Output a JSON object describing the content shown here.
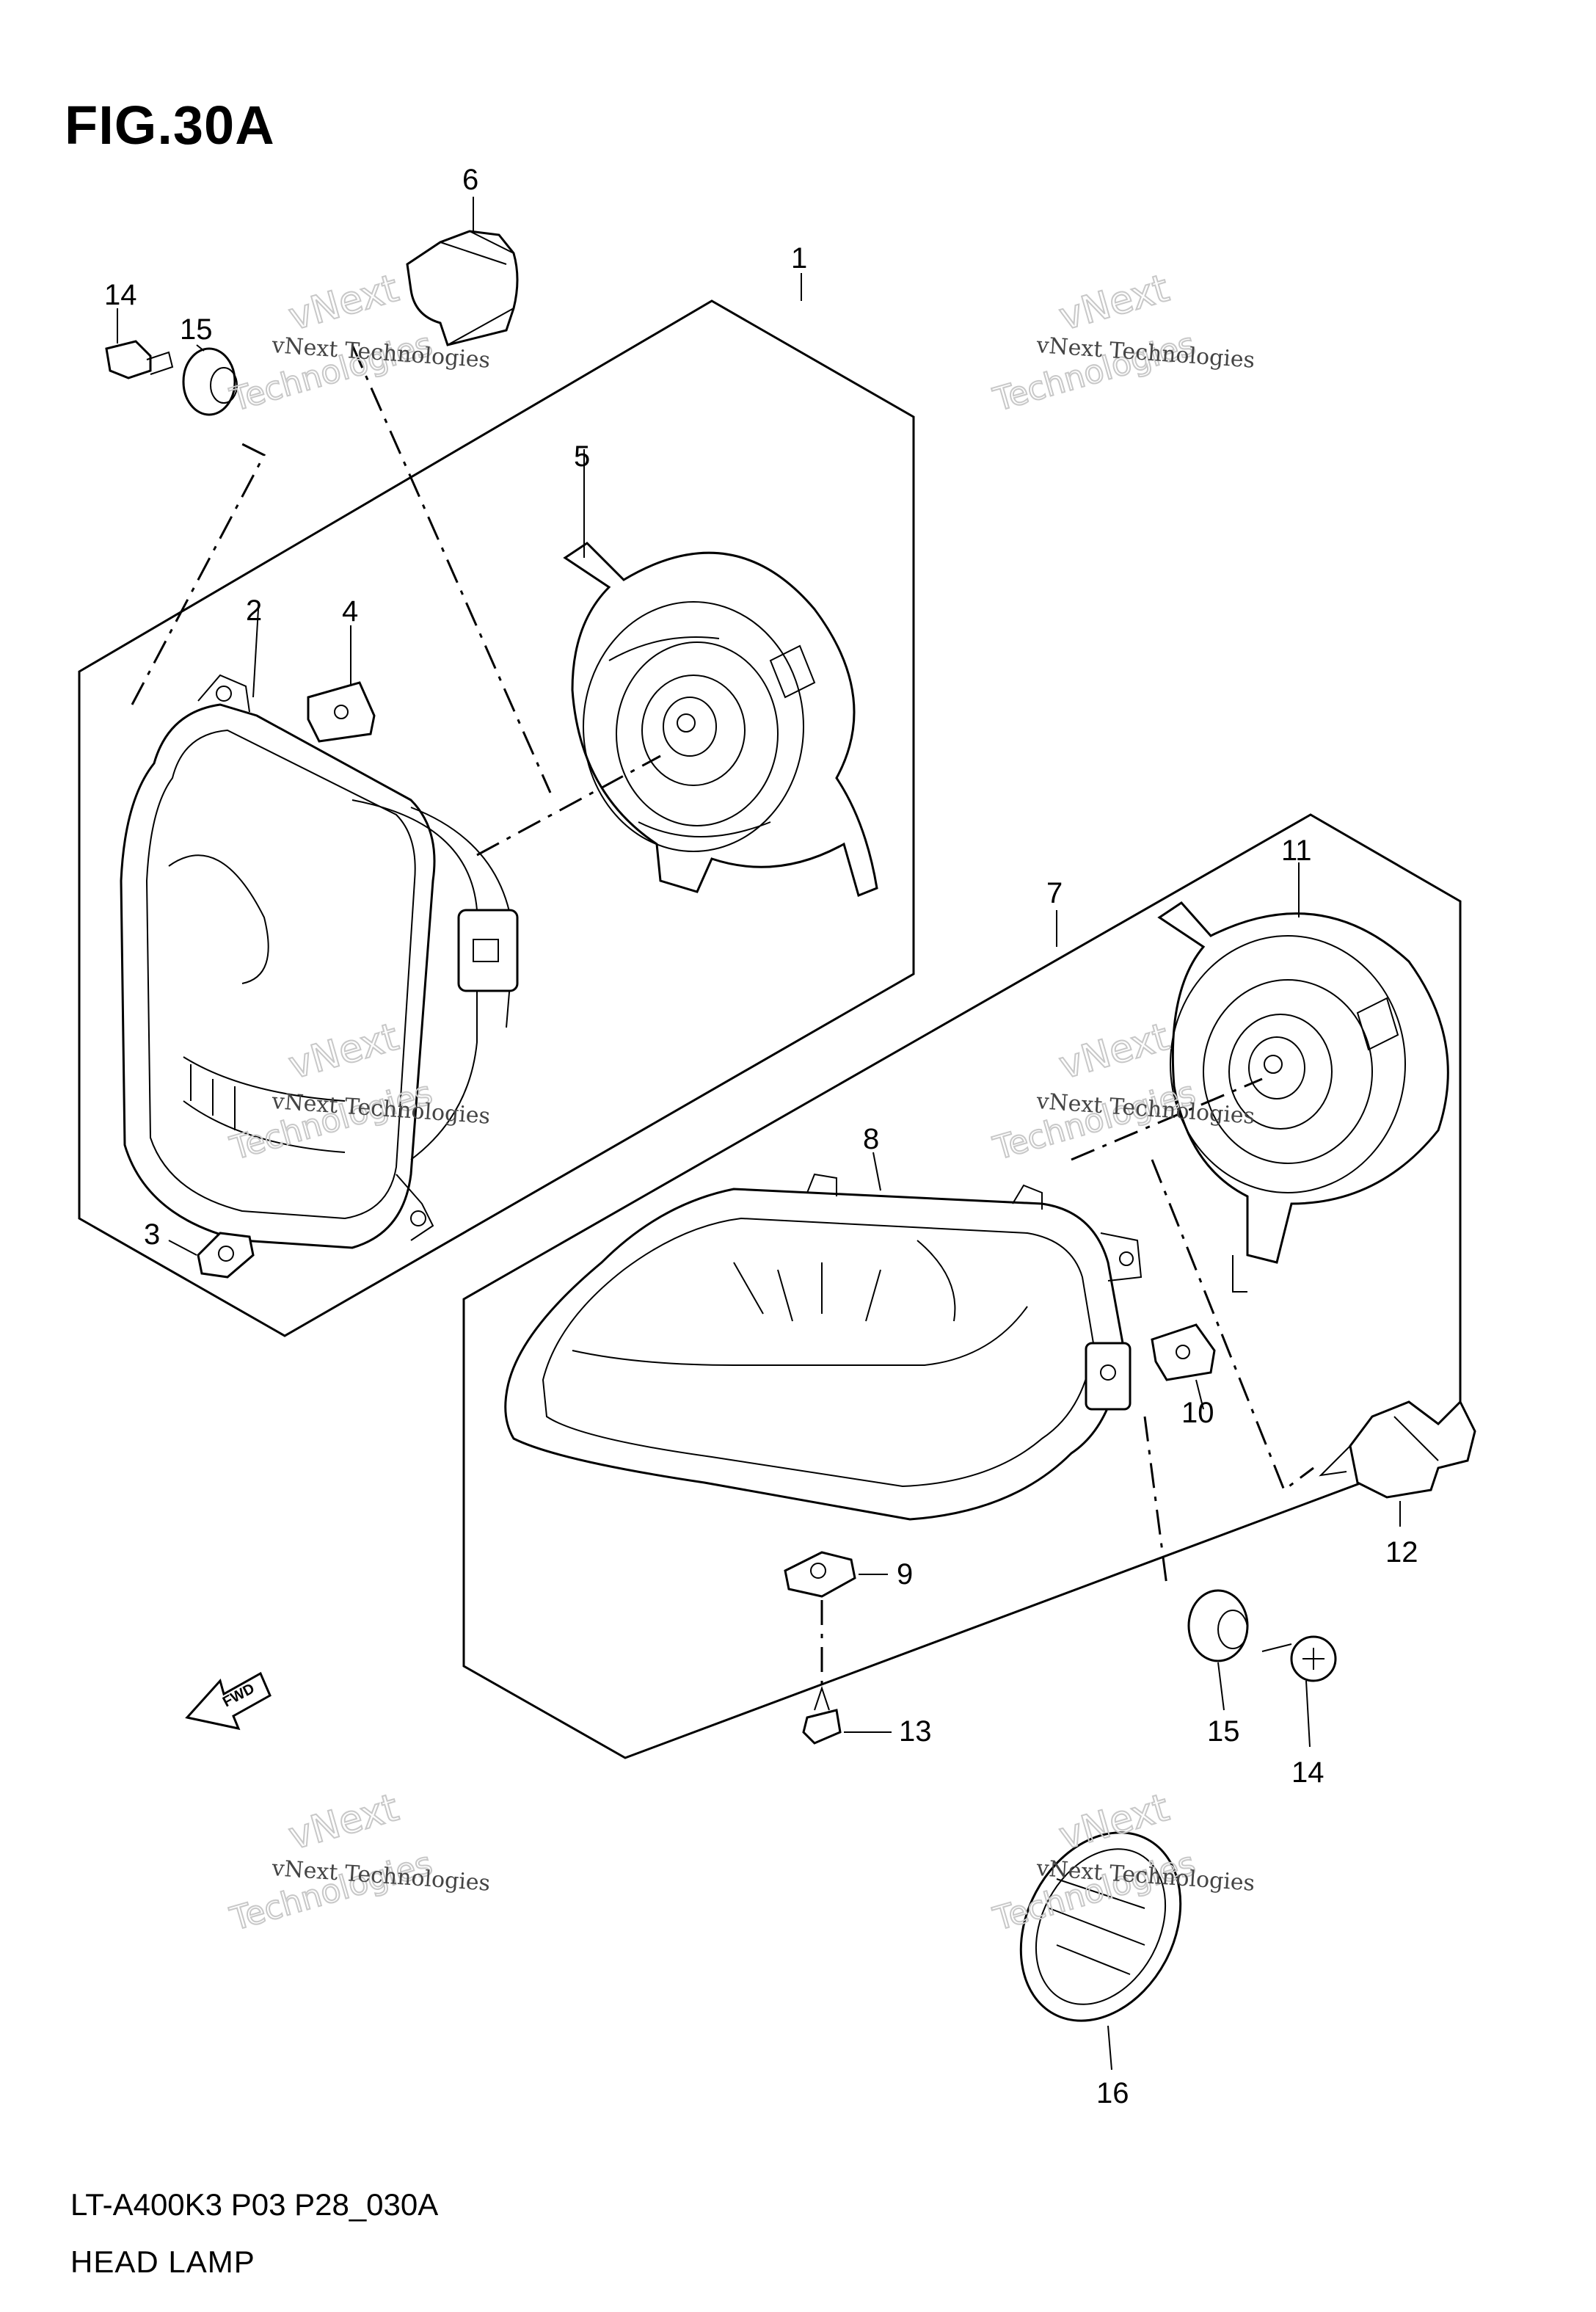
{
  "figure": {
    "title": "FIG.30A",
    "code": "LT-A400K3 P03 P28_030A",
    "name": "HEAD LAMP",
    "fwd_label": "FWD"
  },
  "callouts": {
    "c1": "1",
    "c2": "2",
    "c3": "3",
    "c4": "4",
    "c5": "5",
    "c6": "6",
    "c7": "7",
    "c8": "8",
    "c9": "9",
    "c10": "10",
    "c11": "11",
    "c12": "12",
    "c13": "13",
    "c14a": "14",
    "c15a": "15",
    "c14b": "14",
    "c15b": "15",
    "c16": "16"
  },
  "watermark": {
    "line1": "vNext Technologies",
    "line2": "vNext",
    "line3": "Technologies"
  }
}
